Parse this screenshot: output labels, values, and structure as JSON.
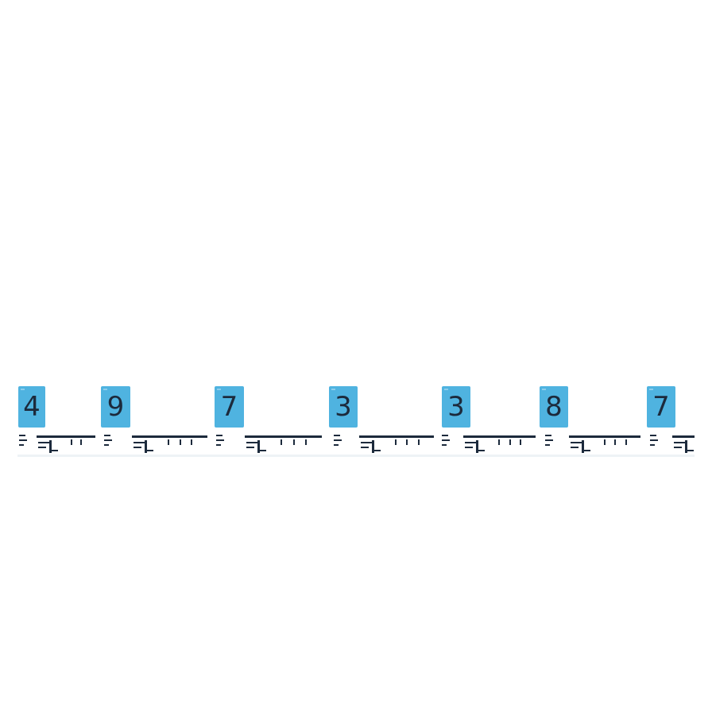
{
  "tiles": [
    {
      "label": "4"
    },
    {
      "label": "9"
    },
    {
      "label": "7"
    },
    {
      "label": "3"
    },
    {
      "label": "3"
    },
    {
      "label": "8"
    },
    {
      "label": "7"
    }
  ],
  "colors": {
    "tile": "#4fb3e0",
    "digit": "#1c2a3c",
    "strip": "#1c2a3c",
    "background": "#ffffff"
  }
}
